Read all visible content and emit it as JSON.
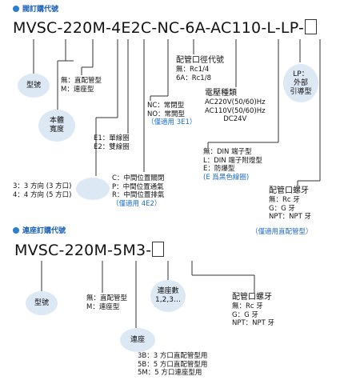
{
  "valve_section": {
    "title": "閥訂購代號",
    "code_parts": [
      "MVSC",
      "-",
      "220M",
      "-",
      "4",
      "E2",
      "C",
      "-",
      "NC",
      "-",
      "6A",
      "-",
      "AC110",
      "-",
      "L",
      "-",
      "LP",
      "-"
    ],
    "model_label": "型號",
    "type_label": [
      "無：直配管型",
      "M：連座型"
    ],
    "body_width_label": [
      "本體",
      "寬度"
    ],
    "directions": [
      "3：3 方向 (3 方口)",
      "4：4 方向 (5 方口)"
    ],
    "coil": [
      "E1：單線圈",
      "E2：雙線圈"
    ],
    "mid_position": [
      "C：中間位置關閉",
      "P：中間位置通氣",
      "R：中間位置排氣"
    ],
    "mid_note": "（僅適用 4E2）",
    "normal": [
      "NC：常閉型",
      "NO：常開型"
    ],
    "normal_note": "（僅適用 3E1）",
    "port_title": "配管口徑代號",
    "port_items": [
      "無：Rc1/4",
      "6A：Rc1/8"
    ],
    "voltage_title": "電壓種類",
    "voltage_items": [
      "AC220V(50/60)Hz",
      "AC110V(50/60)Hz",
      "DC24V"
    ],
    "terminal": [
      "無：DIN 端子型",
      "L：DIN 端子附燈型",
      "E：防爆型"
    ],
    "terminal_note": "(E 爲黑色線圈)",
    "pilot": [
      "LP：",
      "外部",
      "引導型"
    ],
    "thread_title": "配管口螺牙",
    "thread_items": [
      "無：Rc 牙",
      "G：G 牙",
      "NPT：NPT 牙"
    ],
    "thread_note": "（僅適用直配管型）"
  },
  "base_section": {
    "title": "連座訂購代號",
    "code_parts": [
      "MVSC",
      "-",
      "220M",
      "-",
      "5M3",
      "-"
    ],
    "model_label": "型號",
    "type_label": [
      "無：直配管型",
      "M：連座型"
    ],
    "count_label": [
      "連座數",
      "1,2,3…"
    ],
    "thread_title": "配管口螺牙",
    "thread_items": [
      "無：Rc 牙",
      "G：G 牙",
      "NPT：NPT 牙"
    ],
    "base_label": "連座",
    "base_items": [
      "3B：3 方口直配管型用",
      "5B：5 方口直配管型用",
      "5M：5 方口連座型用"
    ]
  },
  "colors": {
    "accent": "#2a7fd4",
    "bubble": "#dde8f5",
    "note": "#1a6ac9"
  }
}
